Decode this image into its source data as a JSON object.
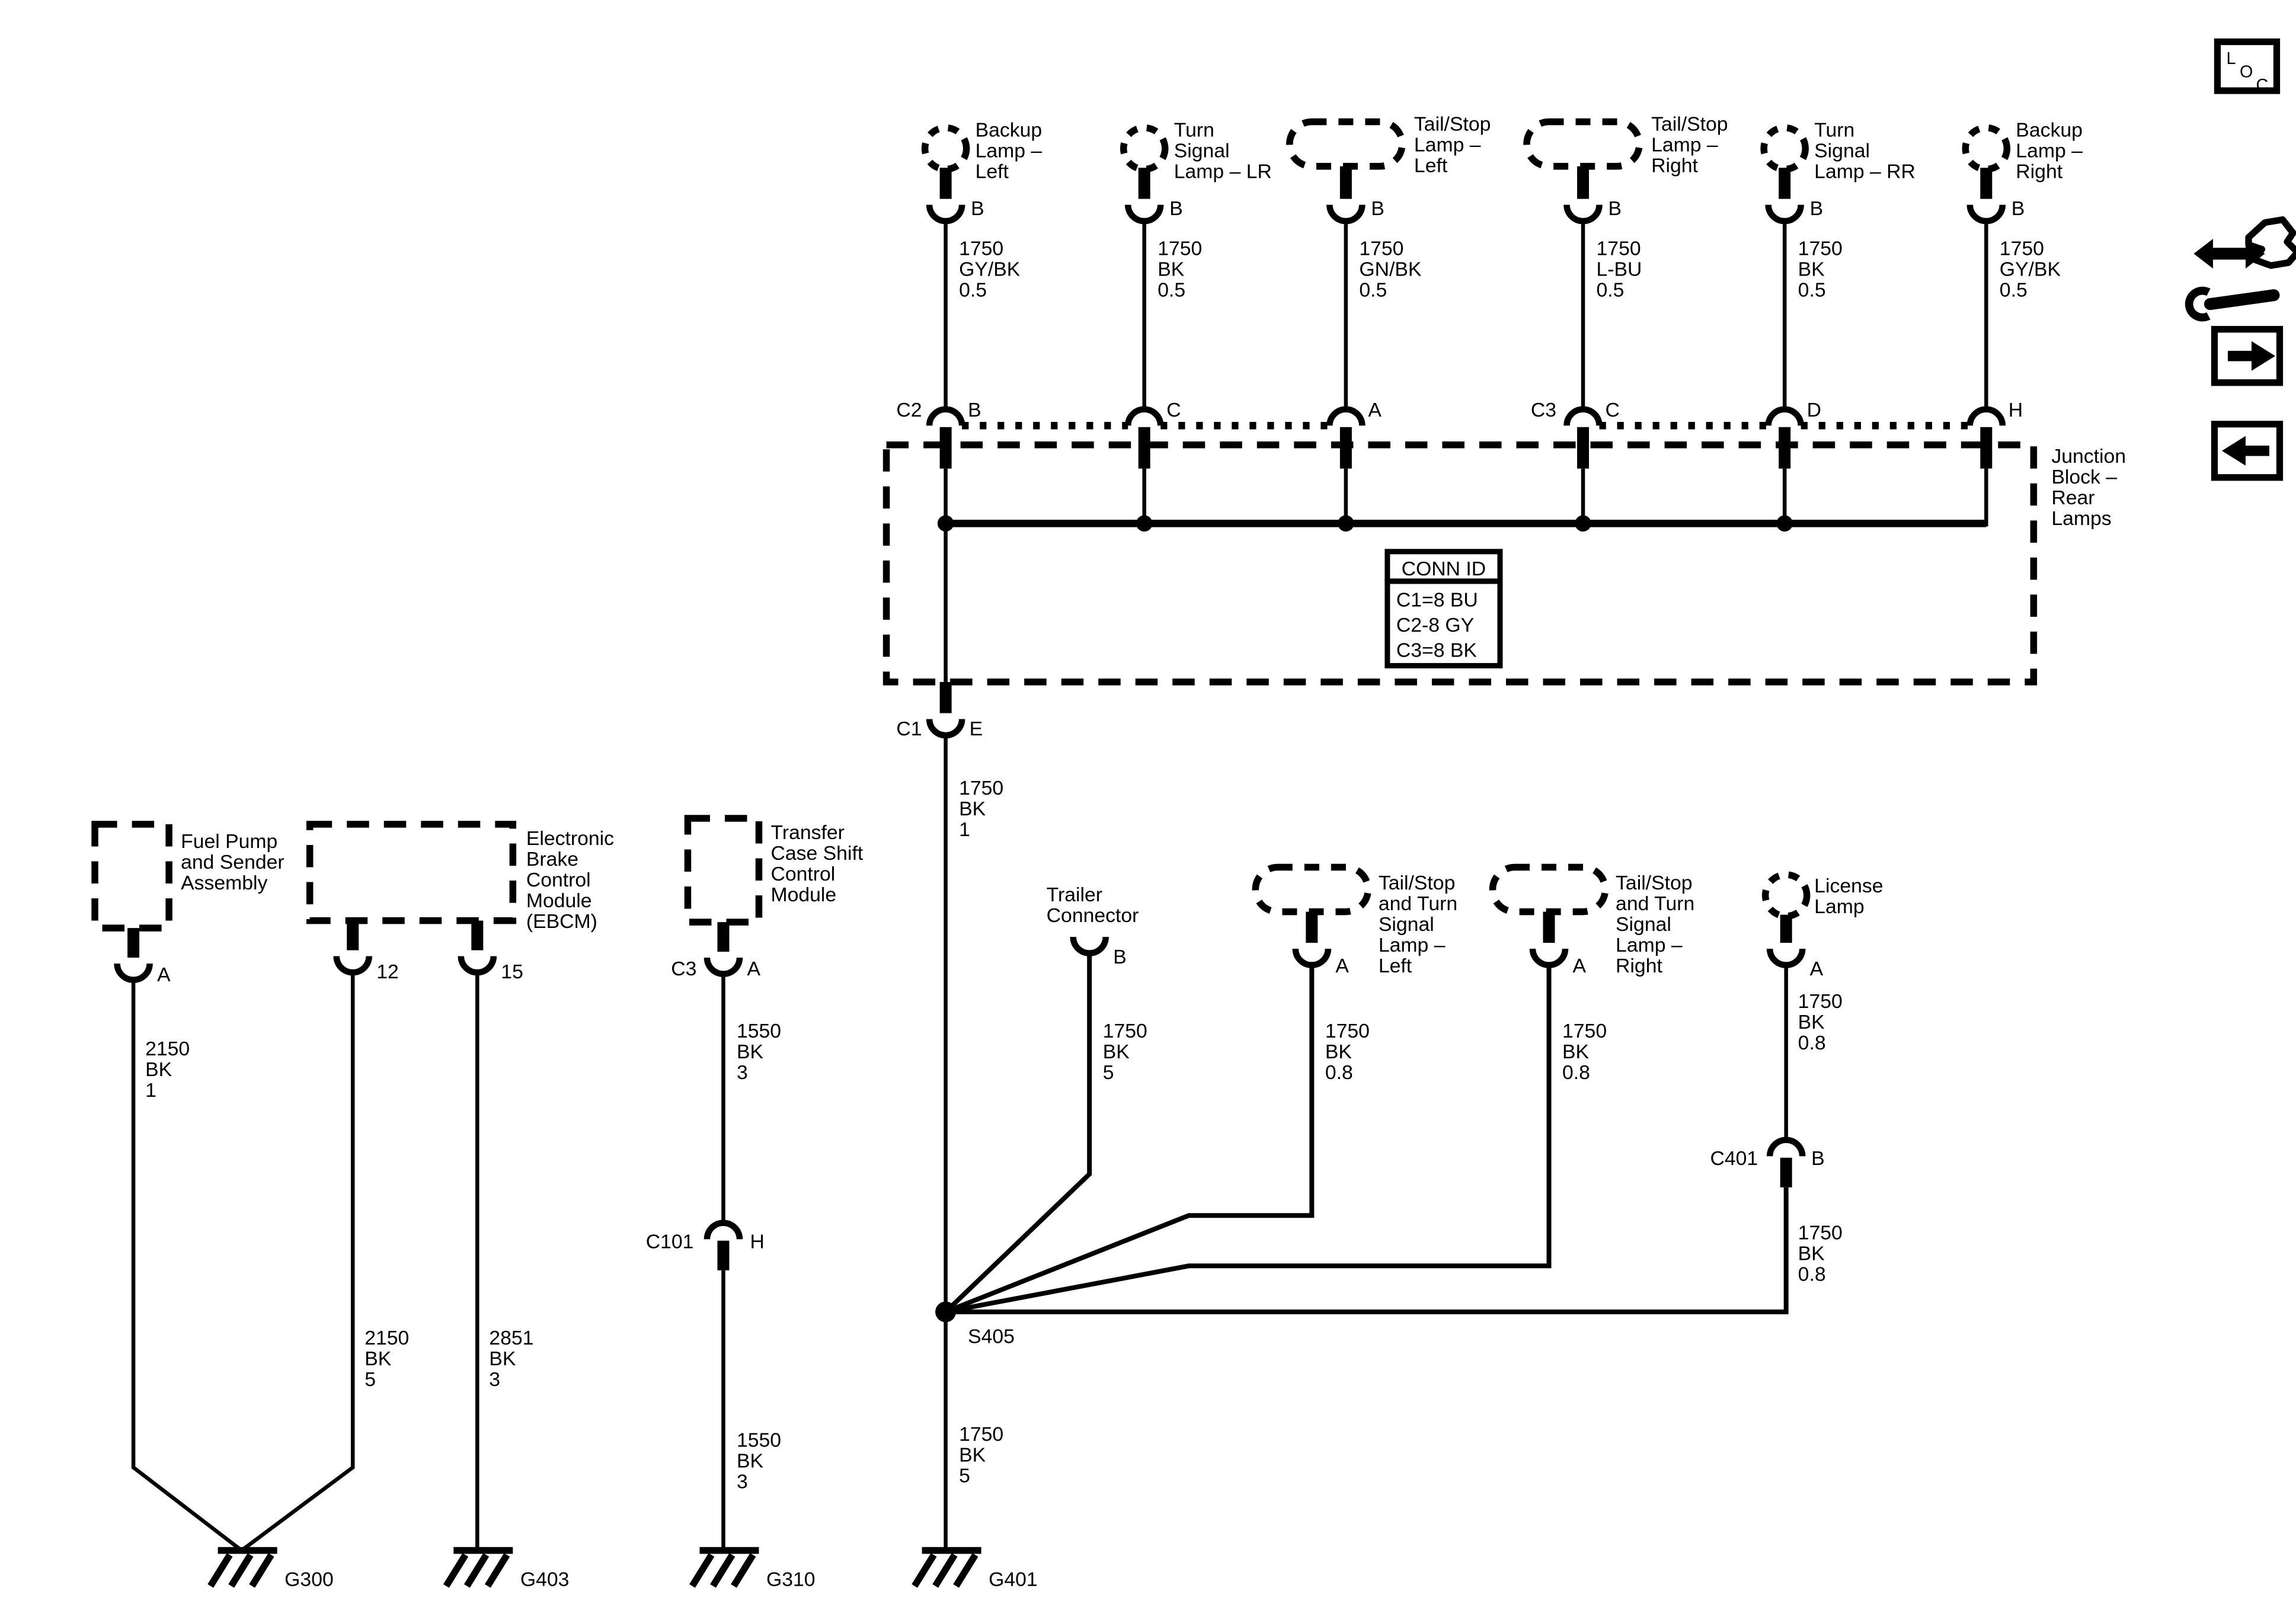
{
  "page": {
    "paper": "#ffffff",
    "ink": "#000000"
  },
  "toolbar": {
    "loc": {
      "l": "L",
      "o": "O",
      "c": "C"
    }
  },
  "lamps_top": [
    {
      "label": [
        "Backup",
        "Lamp –",
        "Left"
      ],
      "pin": "B",
      "wire": [
        "1750",
        "GY/BK",
        "0.5"
      ],
      "jb_pin": "B"
    },
    {
      "label": [
        "Turn",
        "Signal",
        "Lamp – LR"
      ],
      "pin": "B",
      "wire": [
        "1750",
        "BK",
        "0.5"
      ],
      "jb_pin": "C"
    },
    {
      "label": [
        "Tail/Stop",
        "Lamp –",
        "Left"
      ],
      "pin": "B",
      "wire": [
        "1750",
        "GN/BK",
        "0.5"
      ],
      "jb_pin": "A"
    },
    {
      "label": [
        "Tail/Stop",
        "Lamp –",
        "Right"
      ],
      "pin": "B",
      "wire": [
        "1750",
        "L-BU",
        "0.5"
      ],
      "jb_pin": "C"
    },
    {
      "label": [
        "Turn",
        "Signal",
        "Lamp – RR"
      ],
      "pin": "B",
      "wire": [
        "1750",
        "BK",
        "0.5"
      ],
      "jb_pin": "D"
    },
    {
      "label": [
        "Backup",
        "Lamp –",
        "Right"
      ],
      "pin": "B",
      "wire": [
        "1750",
        "GY/BK",
        "0.5"
      ],
      "jb_pin": "H"
    }
  ],
  "junction_block": {
    "label": [
      "Junction",
      "Block –",
      "Rear",
      "Lamps"
    ],
    "conn_left": "C2",
    "conn_right": "C3",
    "conn_id": {
      "title": "CONN ID",
      "rows": [
        "C1=8 BU",
        "C2-8 GY",
        "C3=8 BK"
      ]
    },
    "out_conn": "C1",
    "out_pin": "E",
    "out_wire": [
      "1750",
      "BK",
      "1"
    ]
  },
  "splice": {
    "name": "S405",
    "down_wire": [
      "1750",
      "BK",
      "5"
    ],
    "ground": "G401"
  },
  "fuel_pump": {
    "label": [
      "Fuel Pump",
      "and Sender",
      "Assembly"
    ],
    "pin": "A",
    "wire": [
      "2150",
      "BK",
      "1"
    ],
    "ground": "G300"
  },
  "ebcm": {
    "label": [
      "Electronic",
      "Brake",
      "Control",
      "Module",
      "(EBCM)"
    ],
    "pin_a": "12",
    "wire_a": [
      "2150",
      "BK",
      "5"
    ],
    "pin_b": "15",
    "wire_b": [
      "2851",
      "BK",
      "3"
    ],
    "ground_b": "G403"
  },
  "tcscm": {
    "label": [
      "Transfer",
      "Case Shift",
      "Control",
      "Module"
    ],
    "conn": "C3",
    "pin": "A",
    "wire_upper": [
      "1550",
      "BK",
      "3"
    ],
    "inline_conn": "C101",
    "inline_pin": "H",
    "wire_lower": [
      "1550",
      "BK",
      "3"
    ],
    "ground": "G310"
  },
  "trailer": {
    "label": [
      "Trailer",
      "Connector"
    ],
    "pin": "B",
    "wire": [
      "1750",
      "BK",
      "5"
    ]
  },
  "ts_lamp_left": {
    "label": [
      "Tail/Stop",
      "and Turn",
      "Signal",
      "Lamp –",
      "Left"
    ],
    "pin": "A",
    "wire": [
      "1750",
      "BK",
      "0.8"
    ]
  },
  "ts_lamp_right": {
    "label": [
      "Tail/Stop",
      "and Turn",
      "Signal",
      "Lamp –",
      "Right"
    ],
    "pin": "A",
    "wire": [
      "1750",
      "BK",
      "0.8"
    ]
  },
  "license_lamp": {
    "label": [
      "License",
      "Lamp"
    ],
    "pin": "A",
    "wire_upper": [
      "1750",
      "BK",
      "0.8"
    ],
    "inline_conn": "C401",
    "inline_pin": "B",
    "wire_lower": [
      "1750",
      "BK",
      "0.8"
    ]
  }
}
